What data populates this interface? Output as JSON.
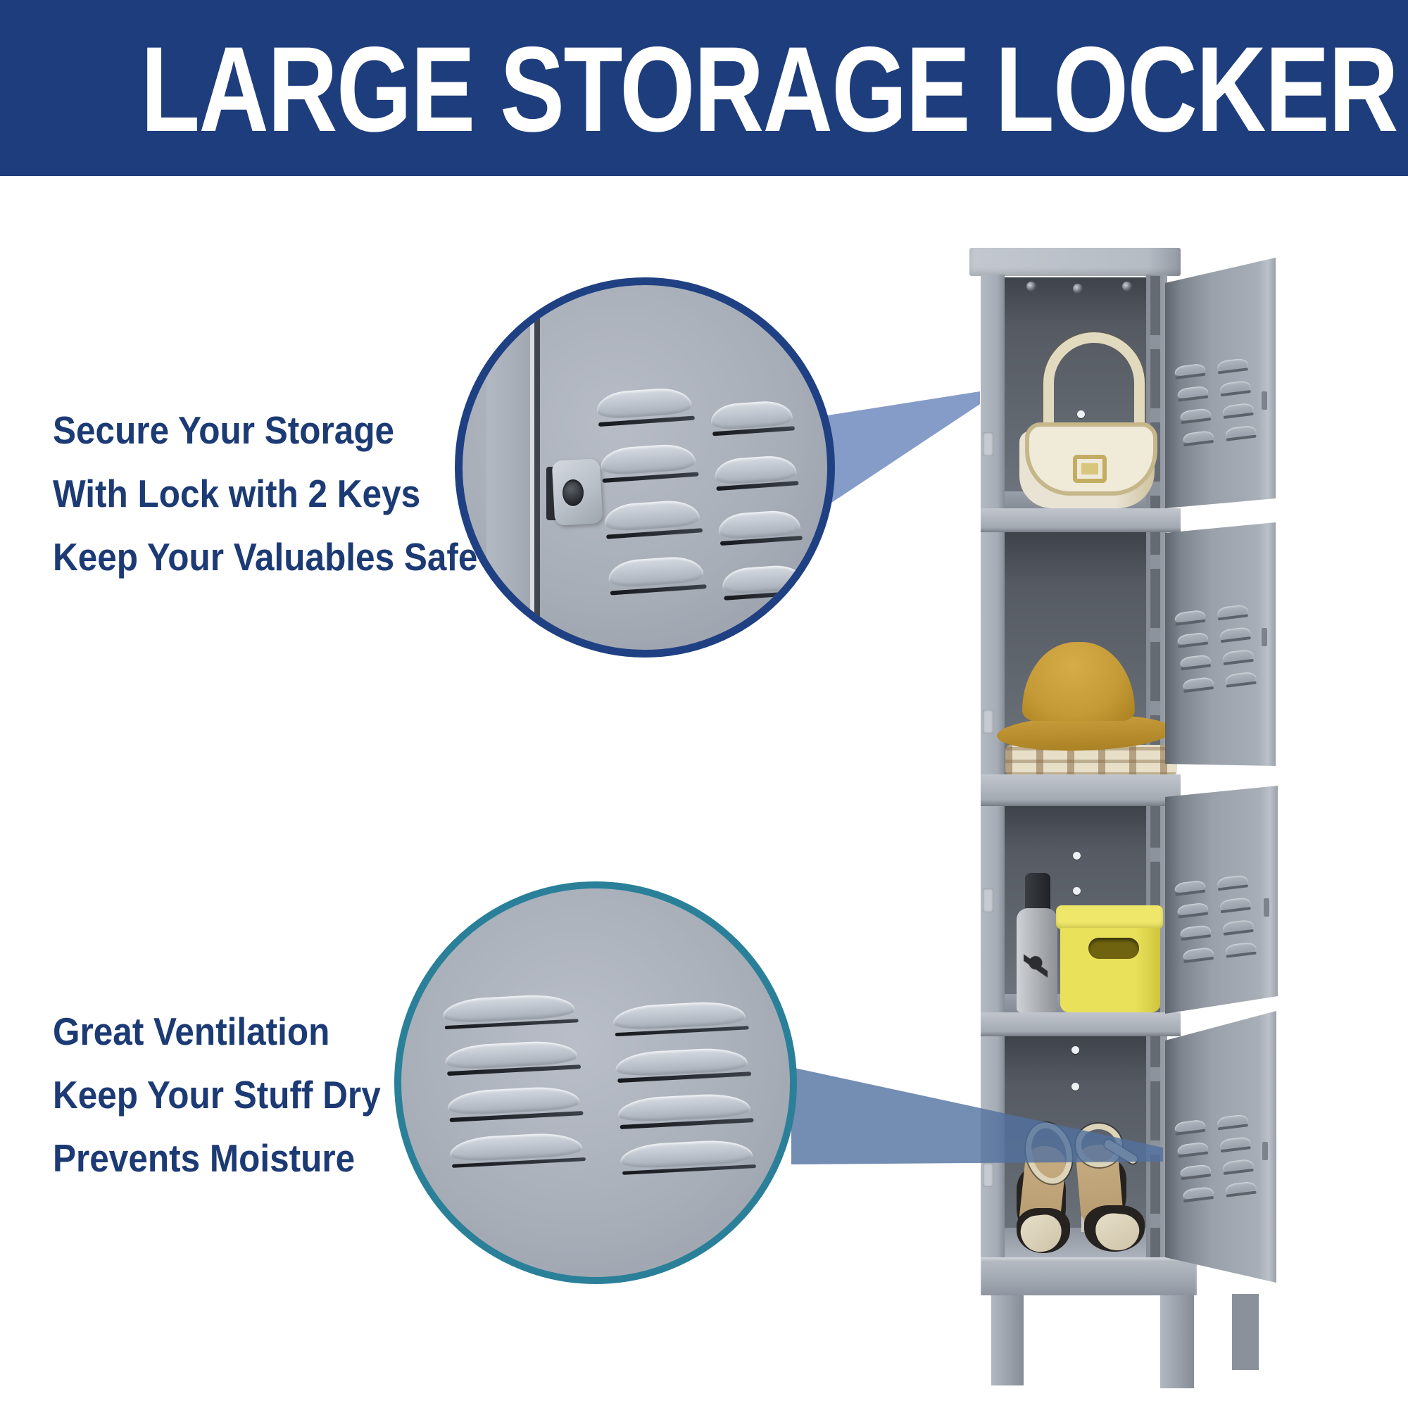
{
  "header": {
    "title": "LARGE STORAGE LOCKER",
    "bg_color": "#1e3d7c",
    "text_color": "#ffffff"
  },
  "features": {
    "security": {
      "lines": [
        "Secure Your Storage",
        "With Lock with 2 Keys",
        "Keep Your Valuables Safe"
      ],
      "text_color": "#1c3a74"
    },
    "ventilation": {
      "lines": [
        "Great Ventilation",
        "Keep Your Stuff Dry",
        "Prevents Moisture"
      ],
      "text_color": "#1c3a74"
    }
  },
  "callouts": {
    "lock_detail": {
      "border_color": "#1f4183",
      "depicts": "door lock hasp and ventilation louvers close-up"
    },
    "vent_detail": {
      "border_color": "#2b8099",
      "depicts": "ventilation louvers close-up"
    },
    "wedge_color": "#7e96c5"
  },
  "locker": {
    "body_color": "#aab0ba",
    "interior_color": "#565b63",
    "compartments": [
      {
        "contents": "handbag"
      },
      {
        "contents": "hat and folded blanket"
      },
      {
        "contents": "water bottle and yellow storage box"
      },
      {
        "contents": "high heel shoes"
      }
    ]
  }
}
